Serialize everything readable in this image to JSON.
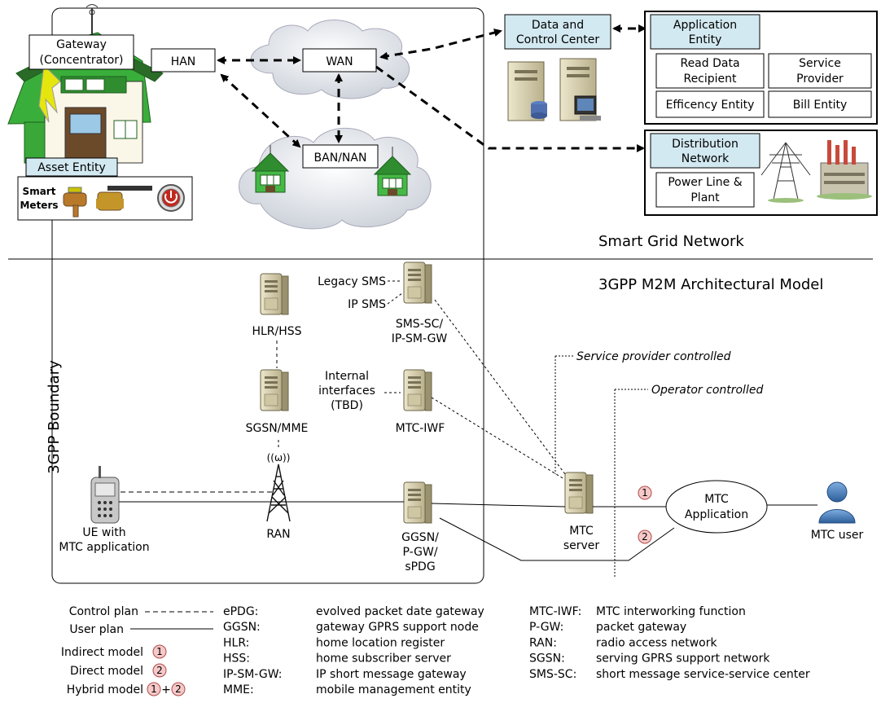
{
  "smart_grid": {
    "gateway": [
      "Gateway",
      "(Concentrator)"
    ],
    "han": "HAN",
    "wan": "WAN",
    "ban_nan": "BAN/NAN",
    "asset_entity": "Asset Entity",
    "smart_meters": [
      "Smart",
      "Meters"
    ],
    "data_control_center": [
      "Data and",
      "Control Center"
    ],
    "application_entity": [
      "Application",
      "Entity"
    ],
    "read_data_recipient": [
      "Read Data",
      "Recipient"
    ],
    "service_provider": [
      "Service",
      "Provider"
    ],
    "efficiency_entity": "Efficency Entity",
    "bill_entity": "Bill Entity",
    "distribution_network": [
      "Distribution",
      "Network"
    ],
    "power_line_plant": [
      "Power Line &",
      "Plant"
    ],
    "title": "Smart Grid Network"
  },
  "m2m": {
    "title": "3GPP M2M Architectural Model",
    "boundary": "3GPP Boundary",
    "legacy_sms": "Legacy SMS",
    "ip_sms": "IP SMS",
    "hlr_hss": "HLR/HSS",
    "sms_sc": [
      "SMS-SC/",
      "IP-SM-GW"
    ],
    "internal_interfaces": [
      "Internal",
      "interfaces",
      "(TBD)"
    ],
    "sgsn_mme": "SGSN/MME",
    "mtc_iwf": "MTC-IWF",
    "service_provider_controlled": "Service provider controlled",
    "operator_controlled": "Operator controlled",
    "ran": "RAN",
    "ue": [
      "UE with",
      "MTC application"
    ],
    "ggsn": [
      "GGSN/",
      "P-GW/",
      "sPDG"
    ],
    "mtc_server": [
      "MTC",
      "server"
    ],
    "mtc_application": [
      "MTC",
      "Application"
    ],
    "mtc_user": "MTC user",
    "badge_1": "1",
    "badge_2": "2"
  },
  "legend": {
    "control_plan": "Control plan",
    "user_plan": "User plan",
    "indirect_model": "Indirect model",
    "direct_model": "Direct model",
    "hybrid_model": "Hybrid model",
    "plus": "+",
    "abbrev_col1": [
      {
        "term": "ePDG:",
        "def": "evolved packet date gateway"
      },
      {
        "term": "GGSN:",
        "def": "gateway GPRS support node"
      },
      {
        "term": "HLR:",
        "def": "home location register"
      },
      {
        "term": "HSS:",
        "def": "home subscriber server"
      },
      {
        "term": "IP-SM-GW:",
        "def": "IP short message gateway"
      },
      {
        "term": "MME:",
        "def": "mobile management entity"
      }
    ],
    "abbrev_col2": [
      {
        "term": "MTC-IWF:",
        "def": "MTC interworking function"
      },
      {
        "term": "P-GW:",
        "def": "packet gateway"
      },
      {
        "term": "RAN:",
        "def": "radio access network"
      },
      {
        "term": "SGSN:",
        "def": "serving GPRS support network"
      },
      {
        "term": "SMS-SC:",
        "def": "short message service-service center"
      }
    ]
  },
  "colors": {
    "label_fill": "#d3e9f1",
    "house_green": "#39b04a",
    "roof_dark": "#3e7d35",
    "badge_fill": "#f6c9c9",
    "badge_stroke": "#b04a4a",
    "user_blue": "#4a84c4",
    "server_body": "#d9d2b4"
  }
}
